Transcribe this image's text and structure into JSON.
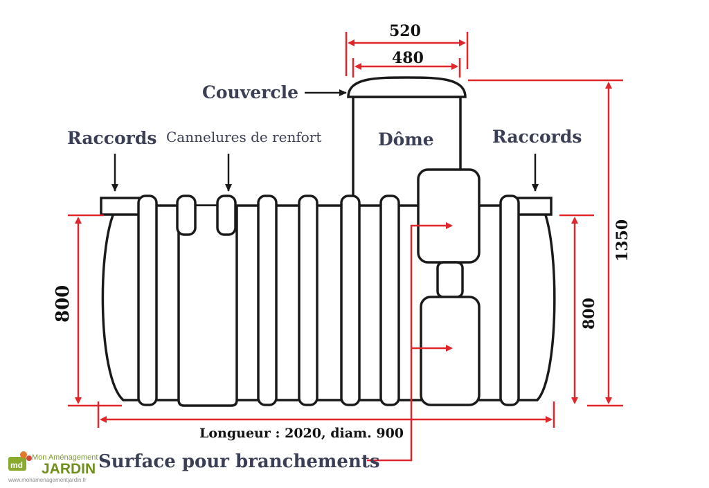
{
  "labels": {
    "couvercle": "Couvercle",
    "raccords_left": "Raccords",
    "raccords_right": "Raccords",
    "cannelures": "Cannelures de renfort",
    "dome": "Dôme",
    "surface": "Surface pour branchements",
    "longueur": "Longueur : 2020, diam. 900"
  },
  "dimensions": {
    "top_outer": "520",
    "top_inner": "480",
    "total_height": "1350",
    "left_height": "800",
    "right_height": "800"
  },
  "logo": {
    "top": "Mon Aménagement",
    "main": "JARDIN",
    "url": "www.monamenagementjardin.fr"
  },
  "colors": {
    "dimension_line": "#e0262b",
    "outline": "#1a1a1a",
    "label_text": "#3a3f55",
    "logo_green": "#6e8f1c"
  }
}
